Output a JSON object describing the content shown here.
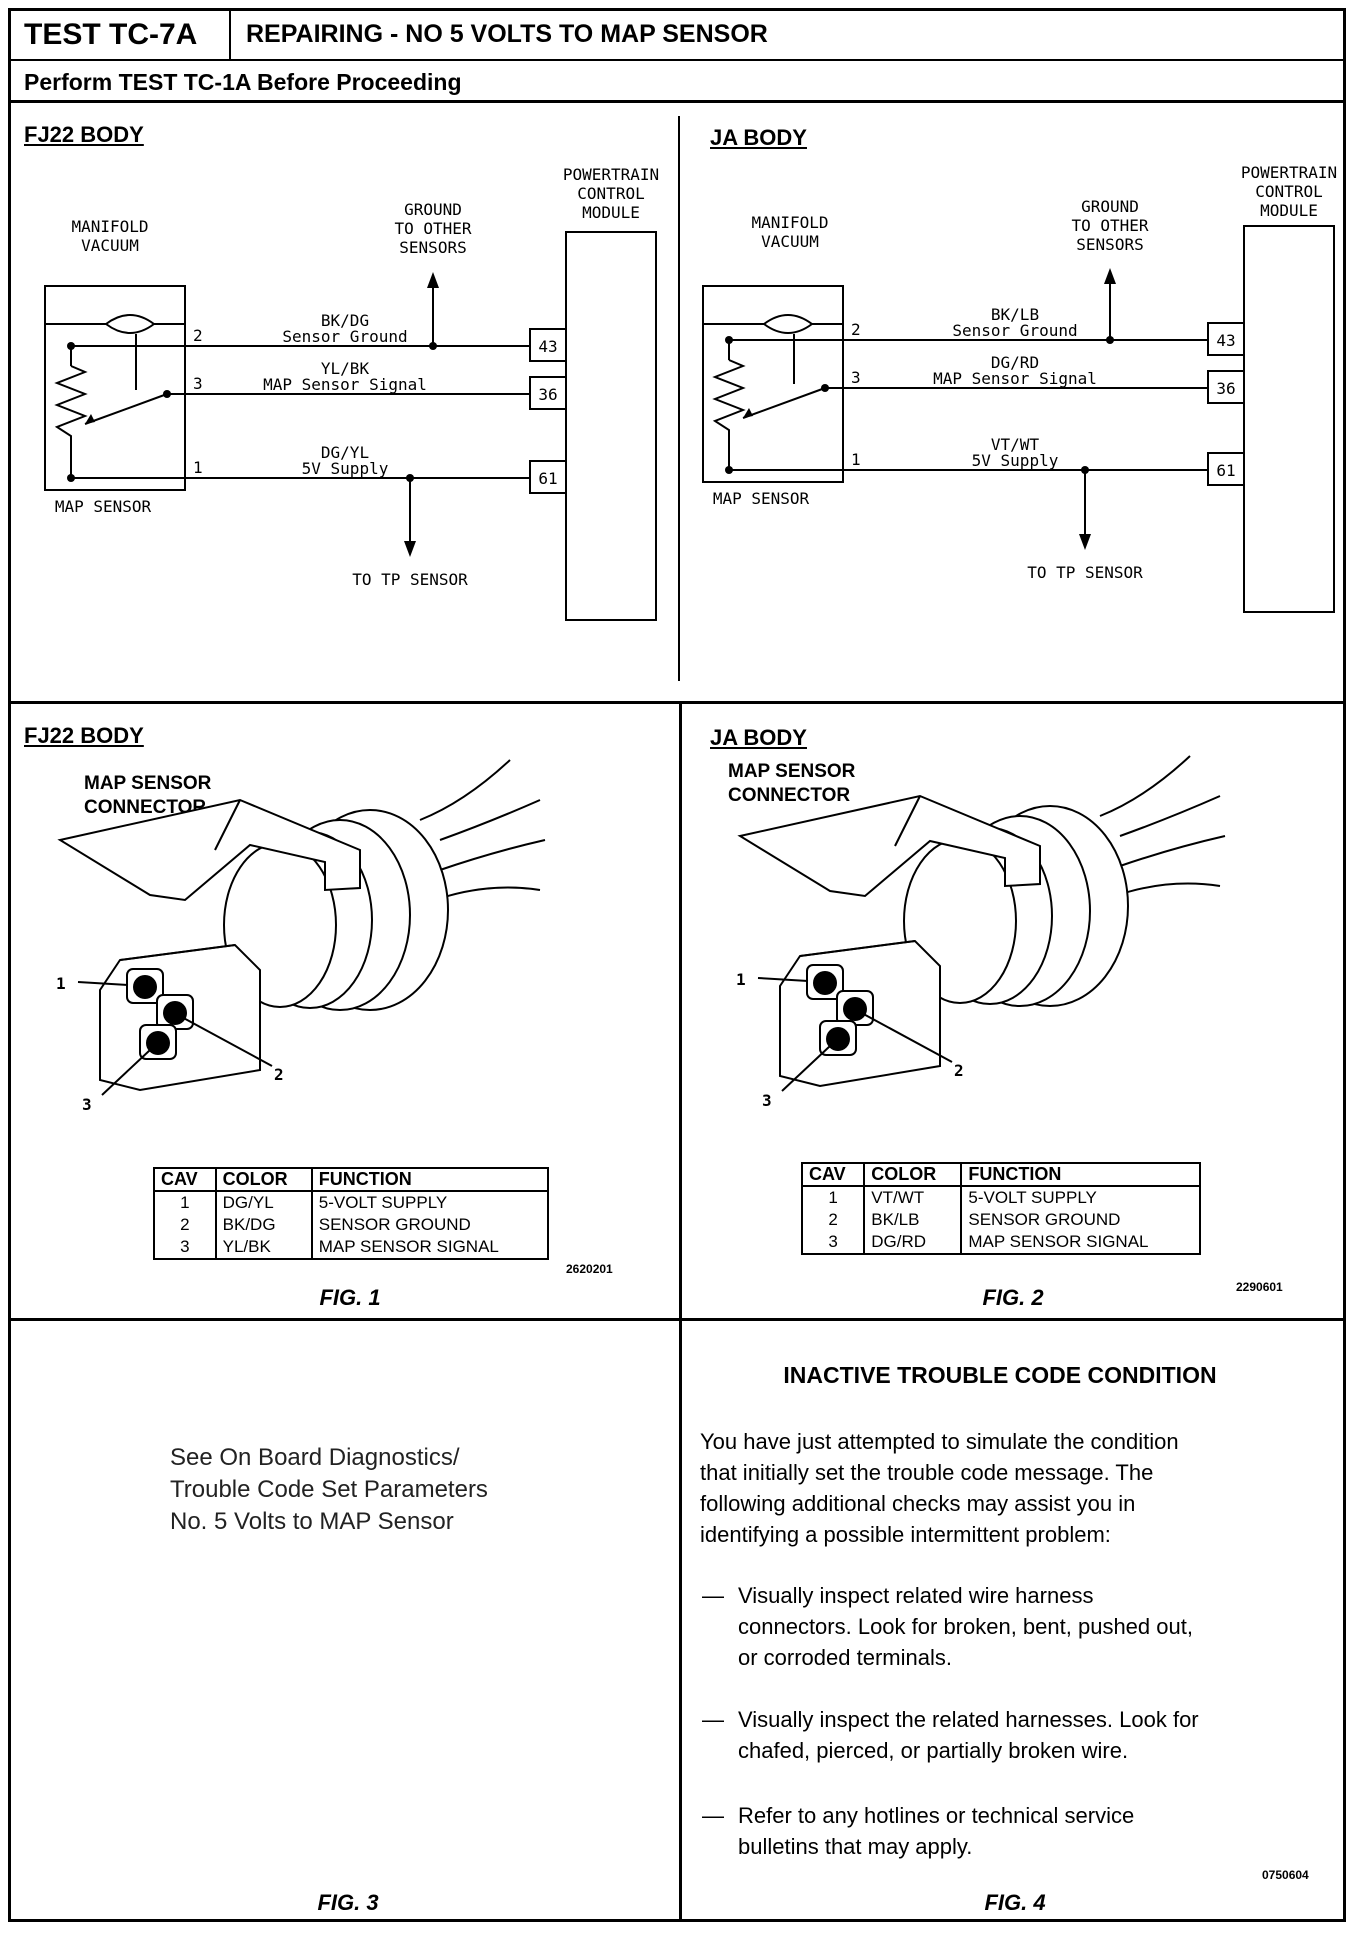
{
  "header": {
    "test_id": "TEST TC-7A",
    "title": "REPAIRING - NO 5 VOLTS TO MAP SENSOR",
    "subtitle": "Perform TEST TC-1A Before Proceeding"
  },
  "schematics": [
    {
      "body": "FJ22 BODY",
      "manifold": "MANIFOLD VACUUM",
      "ground_to": "GROUND TO OTHER SENSORS",
      "pcm": "POWERTRAIN CONTROL MODULE",
      "sensor_label": "MAP SENSOR",
      "tp_label": "TO TP SENSOR",
      "wires": [
        {
          "pin": "2",
          "color": "BK/DG",
          "name": "Sensor Ground",
          "pcm_pin": "43"
        },
        {
          "pin": "3",
          "color": "YL/BK",
          "name": "MAP Sensor Signal",
          "pcm_pin": "36"
        },
        {
          "pin": "1",
          "color": "DG/YL",
          "name": "5V Supply",
          "pcm_pin": "61"
        }
      ]
    },
    {
      "body": "JA BODY",
      "manifold": "MANIFOLD VACUUM",
      "ground_to": "GROUND TO OTHER SENSORS",
      "pcm": "POWERTRAIN CONTROL MODULE",
      "sensor_label": "MAP SENSOR",
      "tp_label": "TO TP SENSOR",
      "wires": [
        {
          "pin": "2",
          "color": "BK/LB",
          "name": "Sensor Ground",
          "pcm_pin": "43"
        },
        {
          "pin": "3",
          "color": "DG/RD",
          "name": "MAP Sensor Signal",
          "pcm_pin": "36"
        },
        {
          "pin": "1",
          "color": "VT/WT",
          "name": "5V Supply",
          "pcm_pin": "61"
        }
      ]
    }
  ],
  "connectors": [
    {
      "body": "FJ22 BODY",
      "label": "MAP SENSOR CONNECTOR",
      "callouts": [
        "1",
        "2",
        "3"
      ],
      "headers": [
        "CAV",
        "COLOR",
        "FUNCTION"
      ],
      "rows": [
        [
          "1",
          "DG/YL",
          "5-VOLT SUPPLY"
        ],
        [
          "2",
          "BK/DG",
          "SENSOR GROUND"
        ],
        [
          "3",
          "YL/BK",
          "MAP SENSOR SIGNAL"
        ]
      ],
      "code": "2620201",
      "fig": "FIG. 1"
    },
    {
      "body": "JA BODY",
      "label": "MAP SENSOR CONNECTOR",
      "callouts": [
        "1",
        "2",
        "3"
      ],
      "headers": [
        "CAV",
        "COLOR",
        "FUNCTION"
      ],
      "rows": [
        [
          "1",
          "VT/WT",
          "5-VOLT SUPPLY"
        ],
        [
          "2",
          "BK/LB",
          "SENSOR GROUND"
        ],
        [
          "3",
          "DG/RD",
          "MAP SENSOR SIGNAL"
        ]
      ],
      "code": "2290601",
      "fig": "FIG. 2"
    }
  ],
  "fig3": {
    "lines": [
      "See On Board Diagnostics/",
      "Trouble Code Set Parameters",
      "No. 5 Volts to MAP Sensor"
    ],
    "fig": "FIG. 3"
  },
  "fig4": {
    "title": "INACTIVE TROUBLE CODE CONDITION",
    "intro": [
      "You have just attempted to simulate the condition",
      "that initially set the trouble code message. The",
      "following additional checks may assist you in",
      "identifying a possible intermittent problem:"
    ],
    "bullets": [
      [
        "Visually inspect related wire harness",
        "connectors. Look for broken, bent, pushed out,",
        "or corroded terminals."
      ],
      [
        "Visually inspect the related harnesses. Look for",
        "chafed, pierced, or partially broken wire."
      ],
      [
        "Refer to any hotlines or technical service",
        "bulletins that may apply."
      ]
    ],
    "dash": "—",
    "code": "0750604",
    "fig": "FIG. 4"
  }
}
